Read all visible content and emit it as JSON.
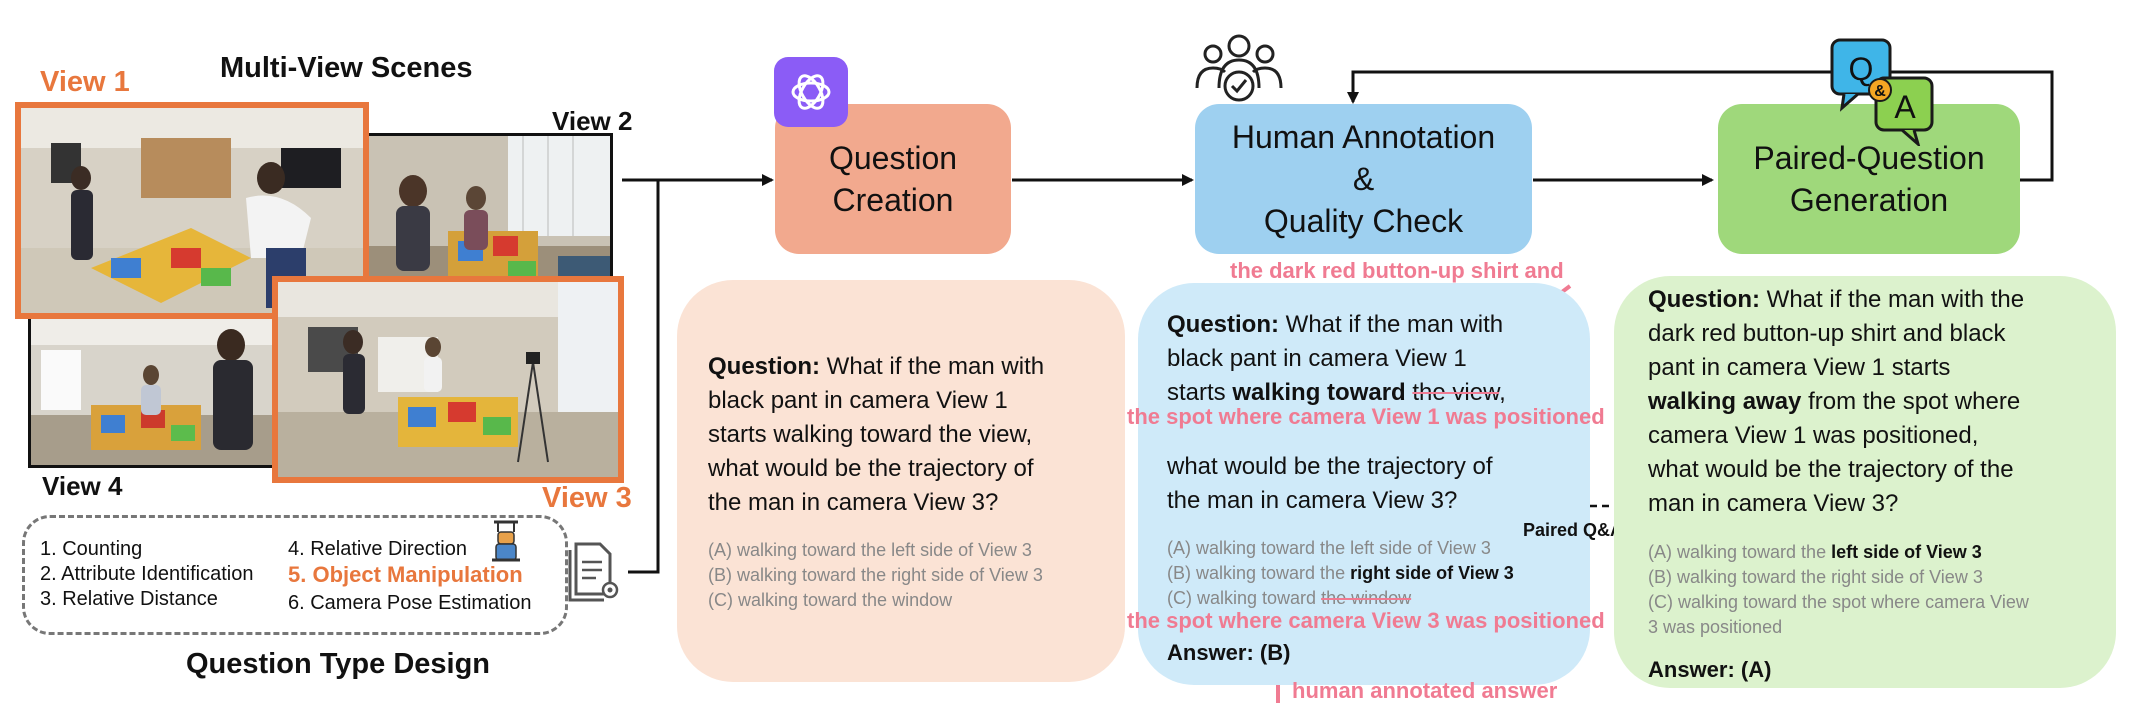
{
  "left": {
    "title": "Multi-View Scenes",
    "view1": "View 1",
    "view2": "View 2",
    "view3": "View 3",
    "view4": "View 4",
    "qtypes": [
      "1. Counting",
      "2. Attribute Identification",
      "3. Relative Distance",
      "4. Relative Direction",
      "5. Object Manipulation",
      "6. Camera Pose Estimation"
    ],
    "qtype_title": "Question Type Design"
  },
  "stages": {
    "creation": [
      "Question",
      "Creation"
    ],
    "annotation": [
      "Human Annotation",
      "&",
      "Quality Check"
    ],
    "paired": [
      "Paired-Question",
      "Generation"
    ]
  },
  "panel1": {
    "q_label": "Question:",
    "q_lines": [
      "What if the man with",
      "black pant in camera View 1",
      "starts walking toward the view,",
      "what would be the trajectory of",
      "the man in camera View 3?"
    ],
    "options": [
      "(A) walking toward the left side of View 3",
      "(B) walking toward the right side of View 3",
      "(C) walking toward the window"
    ]
  },
  "panel2": {
    "insert_top": "the dark red button-up shirt and",
    "q_label": "Question:",
    "q_line1": "What if the man with",
    "q_line2": "black pant in camera View 1",
    "q_line3_pre": "starts",
    "q_line3_bold": "walking toward",
    "q_line3_strike": "the view",
    "q_line3_post": ",",
    "insert_mid": "the spot where camera View 1 was positioned",
    "q_line4": "what would be the trajectory of",
    "q_line5": "the man in camera View 3?",
    "opt_a": "(A) walking toward the left side of View 3",
    "opt_b_pre": "(B) walking toward the",
    "opt_b_bold": "right side of View 3",
    "opt_c_pre": "(C) walking toward",
    "opt_c_strike": "the window",
    "insert_bottom": "the spot where camera View 3 was positioned",
    "answer": "Answer: (B)",
    "human_note": "human annotated answer",
    "paired_label": "Paired Q&A"
  },
  "panel3": {
    "q_label": "Question:",
    "q_line1": "What if the man with the",
    "q_line2": "dark red button-up shirt and black",
    "q_line3": "pant in camera View 1 starts",
    "q_line4_bold": "walking away",
    "q_line4_post": "from the spot where",
    "q_line5": "camera View 1 was positioned,",
    "q_line6": "what would be the trajectory of the",
    "q_line7": "man in camera View 3?",
    "opt_a_pre": "(A) walking toward the",
    "opt_a_bold": "left side of View 3",
    "opt_b": "(B) walking toward the right side of View 3",
    "opt_c1": "(C) walking toward the spot where camera View",
    "opt_c2": "3 was positioned",
    "answer": "Answer: (A)"
  },
  "icons": {
    "creation": "chatgpt-logo-icon",
    "annotation": "people-check-icon",
    "paired": "qa-speech-bubbles-icon",
    "document": "document-gear-icon",
    "robot": "robot-arm-icon"
  },
  "colors": {
    "orange": "#e8773d",
    "creation_fill": "#f2a98e",
    "panel1_fill": "#fbe3d5",
    "annotation_fill": "#9ed0f0",
    "panel2_fill": "#cfeaf9",
    "paired_fill": "#9fd87b",
    "panel3_fill": "#dcf2cd",
    "pink": "#f07b92"
  }
}
